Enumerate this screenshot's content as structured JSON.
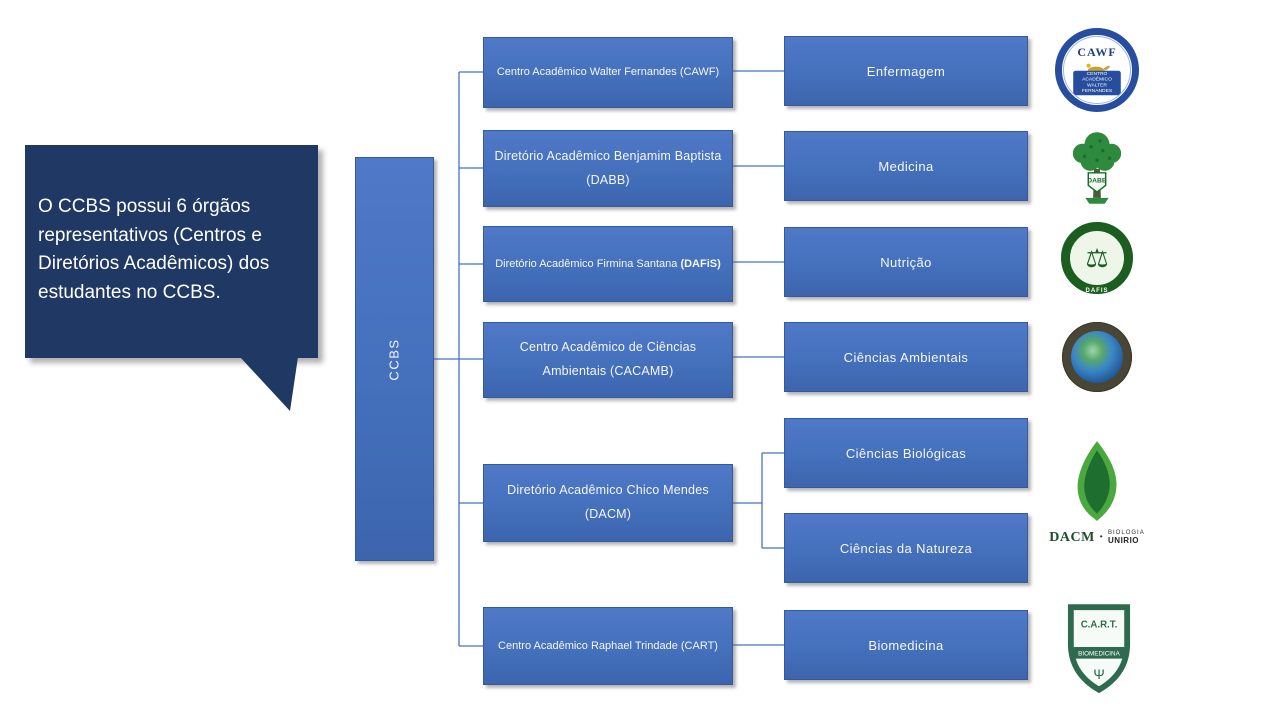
{
  "callout": {
    "text": "O CCBS possui 6 órgãos representativos (Centros e Diretórios Acadêmicos) dos estudantes no CCBS."
  },
  "root": {
    "label": "CCBS"
  },
  "orgs": [
    {
      "name": "Centro Acadêmico Walter Fernandes (CAWF)"
    },
    {
      "name": "Diretório Acadêmico Benjamim Baptista (DABB)"
    },
    {
      "name": "Diretório Acadêmico Firmina Santana ",
      "bold": "(DAFiS)"
    },
    {
      "name": "Centro Acadêmico de Ciências Ambientais (CACAMB)"
    },
    {
      "name": "Diretório Acadêmico Chico Mendes (DACM)"
    },
    {
      "name": "Centro Acadêmico Raphael Trindade (CART)"
    }
  ],
  "courses": [
    {
      "label": "Enfermagem"
    },
    {
      "label": "Medicina"
    },
    {
      "label": "Nutrição"
    },
    {
      "label": "Ciências Ambientais"
    },
    {
      "label": "Ciências Biológicas"
    },
    {
      "label": "Ciências da Natureza"
    },
    {
      "label": "Biomedicina"
    }
  ],
  "logos": {
    "cawf": {
      "acronym": "CAWF",
      "line1": "CENTRO ACADÊMICO",
      "line2": "WALTER FERNANDES",
      "icon": "oil-lamp-icon"
    },
    "dabb": {
      "acronym": "DABB",
      "icon": "tree-icon"
    },
    "dafis": {
      "acronym": "DAFIS",
      "glyph": "⚖",
      "icon": "scales-icon"
    },
    "cacamb": {
      "icon": "globe-icon"
    },
    "dacm": {
      "acronym": "DACM ·",
      "line1": "BIOLOGIA",
      "line2": "UNIRIO",
      "icon": "leaf-icon"
    },
    "cart": {
      "acronym": "C.A.R.T.",
      "line1": "BIOMEDICINA",
      "glyph": "Ψ",
      "icon": "shield-icon"
    }
  },
  "colors": {
    "box_blue": "#4472C4",
    "box_border": "#36589E",
    "callout_navy": "#1F3864",
    "connector": "#4472C4"
  }
}
